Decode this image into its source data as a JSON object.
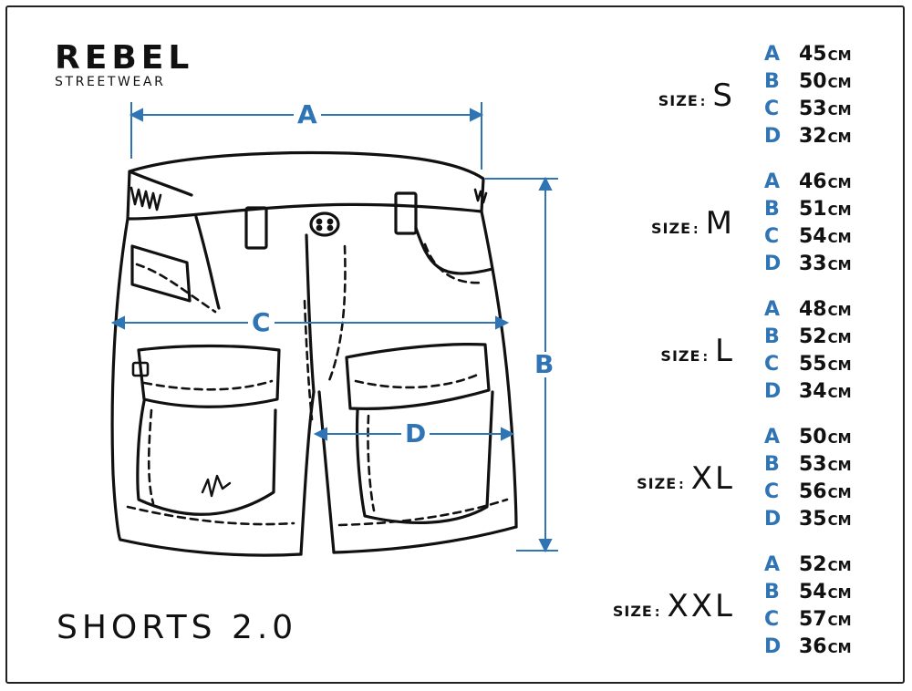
{
  "brand": {
    "name": "REBEL",
    "sub": "STREETWEAR"
  },
  "product_title": "SHORTS 2.0",
  "dimension_labels": {
    "a": "A",
    "b": "B",
    "c": "C",
    "d": "D"
  },
  "size_prefix": "SIZE",
  "unit": "CM",
  "colors": {
    "accent": "#2f74b5",
    "ink": "#111111"
  },
  "sizes": [
    {
      "size": "S",
      "measurements": [
        {
          "letter": "A",
          "value": "45"
        },
        {
          "letter": "B",
          "value": "50"
        },
        {
          "letter": "C",
          "value": "53"
        },
        {
          "letter": "D",
          "value": "32"
        }
      ]
    },
    {
      "size": "M",
      "measurements": [
        {
          "letter": "A",
          "value": "46"
        },
        {
          "letter": "B",
          "value": "51"
        },
        {
          "letter": "C",
          "value": "54"
        },
        {
          "letter": "D",
          "value": "33"
        }
      ]
    },
    {
      "size": "L",
      "measurements": [
        {
          "letter": "A",
          "value": "48"
        },
        {
          "letter": "B",
          "value": "52"
        },
        {
          "letter": "C",
          "value": "55"
        },
        {
          "letter": "D",
          "value": "34"
        }
      ]
    },
    {
      "size": "XL",
      "measurements": [
        {
          "letter": "A",
          "value": "50"
        },
        {
          "letter": "B",
          "value": "53"
        },
        {
          "letter": "C",
          "value": "56"
        },
        {
          "letter": "D",
          "value": "35"
        }
      ]
    },
    {
      "size": "XXL",
      "measurements": [
        {
          "letter": "A",
          "value": "52"
        },
        {
          "letter": "B",
          "value": "54"
        },
        {
          "letter": "C",
          "value": "57"
        },
        {
          "letter": "D",
          "value": "36"
        }
      ]
    }
  ]
}
